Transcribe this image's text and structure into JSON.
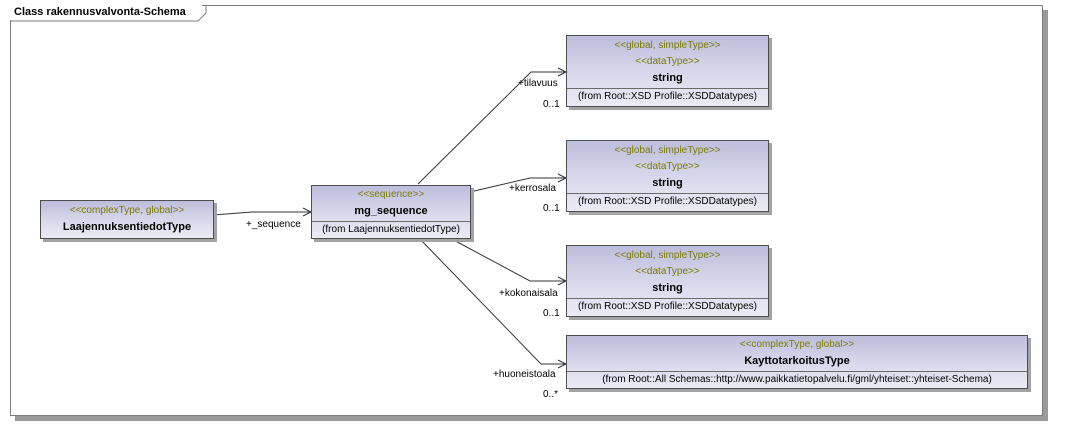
{
  "frame_title": "Class rakennusvalvonta-Schema",
  "classes": {
    "laajennus": {
      "stereotype": "<<complexType, global>>",
      "name": "LaajennuksentiedotType"
    },
    "mg": {
      "stereotype": "<<sequence>>",
      "name": "mg_sequence",
      "origin": "(from LaajennuksentiedotType)"
    },
    "s1": {
      "stereotype1": "<<global, simpleType>>",
      "stereotype2": "<<dataType>>",
      "name": "string",
      "origin": "(from Root::XSD Profile::XSDDatatypes)"
    },
    "s2": {
      "stereotype1": "<<global, simpleType>>",
      "stereotype2": "<<dataType>>",
      "name": "string",
      "origin": "(from Root::XSD Profile::XSDDatatypes)"
    },
    "s3": {
      "stereotype1": "<<global, simpleType>>",
      "stereotype2": "<<dataType>>",
      "name": "string",
      "origin": "(from Root::XSD Profile::XSDDatatypes)"
    },
    "kt": {
      "stereotype": "<<complexType, global>>",
      "name": "KayttotarkoitusType",
      "origin": "(from Root::All Schemas::http://www.paikkatietopalvelu.fi/gml/yhteiset::yhteiset-Schema)"
    }
  },
  "associations": {
    "seq_role": "+_sequence",
    "tilavuus_role": "+tilavuus",
    "tilavuus_mult": "0..1",
    "kerrosala_role": "+kerrosala",
    "kerrosala_mult": "0..1",
    "kokonaisala_role": "+kokonaisala",
    "kokonaisala_mult": "0..1",
    "huoneistoala_role": "+huoneistoala",
    "huoneistoala_mult": "0..*"
  }
}
